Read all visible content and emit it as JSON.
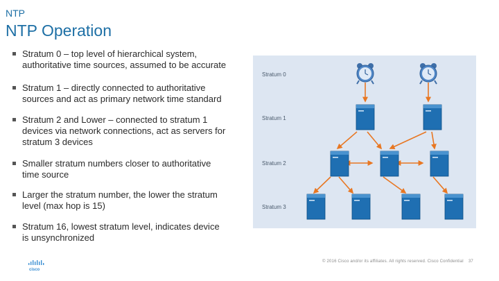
{
  "header": {
    "section": "NTP",
    "title": "NTP Operation"
  },
  "bullets": [
    {
      "lines": [
        "Stratum 0 – top level of hierarchical system,",
        "authoritative time sources, assumed to be accurate"
      ]
    },
    {
      "lines": [
        "Stratum 1 – directly connected to authoritative",
        "sources and act as primary network time standard"
      ]
    },
    {
      "lines": [
        "Stratum 2  and Lower – connected to stratum 1",
        "devices via network connections, act as servers for",
        "stratum 3 devices"
      ]
    },
    {
      "lines": [
        "Smaller stratum numbers closer to authoritative",
        "time source"
      ]
    },
    {
      "lines": [
        "Larger the stratum number, the lower the stratum",
        "level (max hop is 15)"
      ]
    },
    {
      "lines": [
        "Stratum 16, lowest stratum level, indicates device",
        "is unsynchronized"
      ]
    }
  ],
  "diagram": {
    "stratum_labels": [
      "Stratum 0",
      "Stratum 1",
      "Stratum 2",
      "Stratum 3"
    ],
    "colors": {
      "background": "#dde6f2",
      "arrow": "#e87722",
      "server": "#1f6fb2",
      "clock": "#4f86c6"
    },
    "icons": {
      "clock": "alarm-clock-icon",
      "server": "server-icon"
    }
  },
  "footer": {
    "copyright": "© 2016  Cisco and/or its affiliates. All rights reserved.   Cisco Confidential",
    "page_number": "37",
    "logo": "cisco-logo"
  }
}
